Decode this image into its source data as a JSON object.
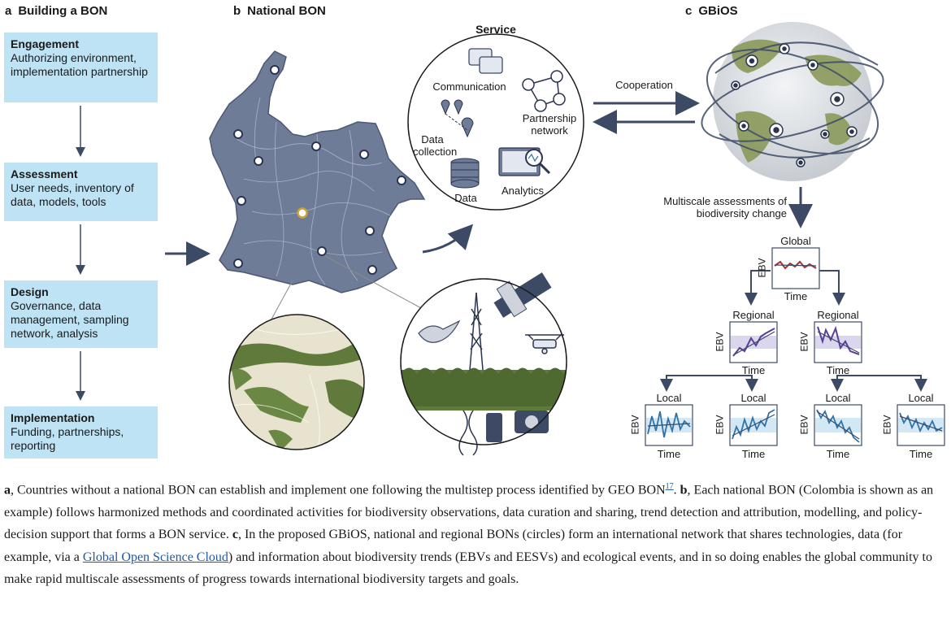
{
  "panel_a": {
    "letter": "a",
    "title": "Building a BON",
    "steps": [
      {
        "title": "Engagement",
        "desc": "Authorizing environment, implementation partnership"
      },
      {
        "title": "Assessment",
        "desc": "User needs, inventory of data, models, tools"
      },
      {
        "title": "Design",
        "desc": "Governance, data management, sampling network, analysis"
      },
      {
        "title": "Implementation",
        "desc": "Funding, partnerships, reporting"
      }
    ]
  },
  "panel_b": {
    "letter": "b",
    "title": "National BON",
    "service": {
      "title": "Service",
      "items": {
        "communication": "Communication",
        "partnership": "Partnership network",
        "data_collection": "Data collection",
        "data": "Data",
        "analytics": "Analytics"
      }
    }
  },
  "panel_c": {
    "letter": "c",
    "title": "GBiOS",
    "cooperation": "Cooperation",
    "multiscale": "Multiscale assessments of biodiversity change",
    "global": "Global",
    "regional": "Regional",
    "local": "Local",
    "ebv": "EBV",
    "time": "Time"
  },
  "caption": {
    "a_letter": "a",
    "a_text": ", Countries without a national BON can establish and implement one following the multistep process identified by GEO BON",
    "ref": "17",
    "b_letter": "b",
    "b_text": ", Each national BON (Colombia is shown as an example) follows harmonized methods and coordinated activities for biodiversity observations, data curation and sharing, trend detection and attribution, modelling, and policy-decision support that forms a BON service. ",
    "c_letter": "c",
    "c_text": ", In the proposed GBiOS, national and regional BONs (circles) form an international network that shares technologies, data (for example, via a ",
    "link": "Global Open Science Cloud",
    "c_text2": ") and information about biodiversity trends (EBVs and EESVs) and ecological events, and in so doing enables the global community to make rapid multiscale assessments of progress towards international biodiversity targets and goals."
  },
  "colors": {
    "step_box": "#bde3f5",
    "map": "#6e7b97",
    "arrow": "#3d4a66",
    "global_line": "#a83232",
    "regional_line": "#5a3e98",
    "local_line": "#2f73a8",
    "land": "#6c7f45"
  }
}
